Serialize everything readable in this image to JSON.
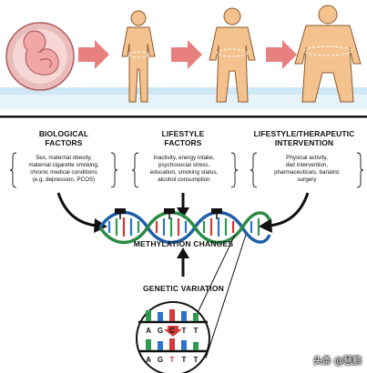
{
  "colors": {
    "top_band_light": "#eaf4fa",
    "top_band_floor": "#b8dcef",
    "skin": "#f4c28e",
    "skin_outline": "#8a5a2e",
    "uterus": "#e9bcbc",
    "uterus_outline": "#b05a5a",
    "fetus": "#f2a7a7",
    "arrow_red": "#d94040",
    "helix_green": "#2e9a4f",
    "helix_blue": "#2e74c9",
    "helix_red": "#d23a3a",
    "black": "#111111"
  },
  "icons": [
    "fetus-in-womb-icon",
    "progression-arrow-icon",
    "body-silhouette-icon",
    "dna-helix-icon",
    "methylation-tag-icon",
    "magnifier-lens-icon"
  ],
  "factors": [
    {
      "title": "BIOLOGICAL\nFACTORS",
      "description": "Sex, maternal obesity,\nmaternal cigarette smoking,\nchronic medical conditions\n(e.g. depression, PCOS)"
    },
    {
      "title": "LIFESTYLE\nFACTORS",
      "description": "Inactivity, energy intake,\npsychosocial stress,\neducation, smoking status,\nalcohol consumption"
    },
    {
      "title": "LIFESTYLE/THERAPEUTIC\nINTERVENTION",
      "description": "Physical activity,\ndiet intervention,\npharmaceuticals, bariatric\nsurgery"
    }
  ],
  "methylation_label": "METHYLATION CHANGES",
  "genetic_label": "GENETIC VARIATION",
  "sequence_top": [
    "A",
    "G",
    "C",
    "T",
    "T"
  ],
  "sequence_bottom": [
    "A",
    "G",
    "T",
    "T",
    "T"
  ],
  "watermark": "头条 @慧鹏"
}
